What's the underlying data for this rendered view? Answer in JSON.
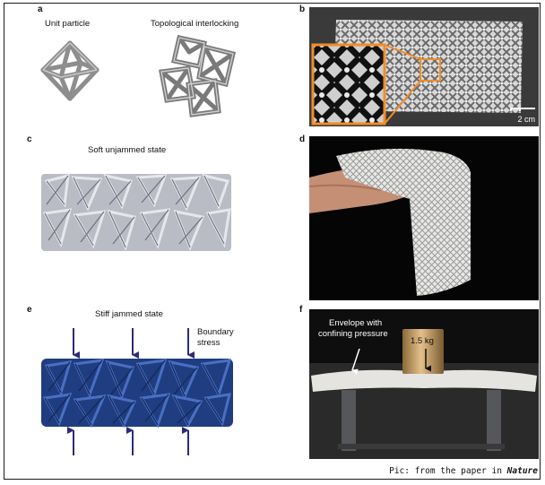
{
  "panels": {
    "a": {
      "letter": "a",
      "label_left": "Unit particle",
      "label_right": "Topological interlocking"
    },
    "b": {
      "letter": "b",
      "scale_bar": "2 cm"
    },
    "c": {
      "letter": "c",
      "label": "Soft unjammed state"
    },
    "d": {
      "letter": "d"
    },
    "e": {
      "letter": "e",
      "label": "Stiff jammed state",
      "annotation_line1": "Boundary",
      "annotation_line2": "stress"
    },
    "f": {
      "letter": "f",
      "annotation_line1": "Envelope with",
      "annotation_line2": "confining pressure",
      "weight_label": "1.5 kg"
    }
  },
  "credit": {
    "prefix": "Pic: from the paper in ",
    "journal": "Nature"
  },
  "colors": {
    "orange_accent": "#f28c28",
    "blue_particles": "#2b4f9e",
    "arrow_navy": "#2e2a7a",
    "gray_particle": "#9a9a9a"
  }
}
